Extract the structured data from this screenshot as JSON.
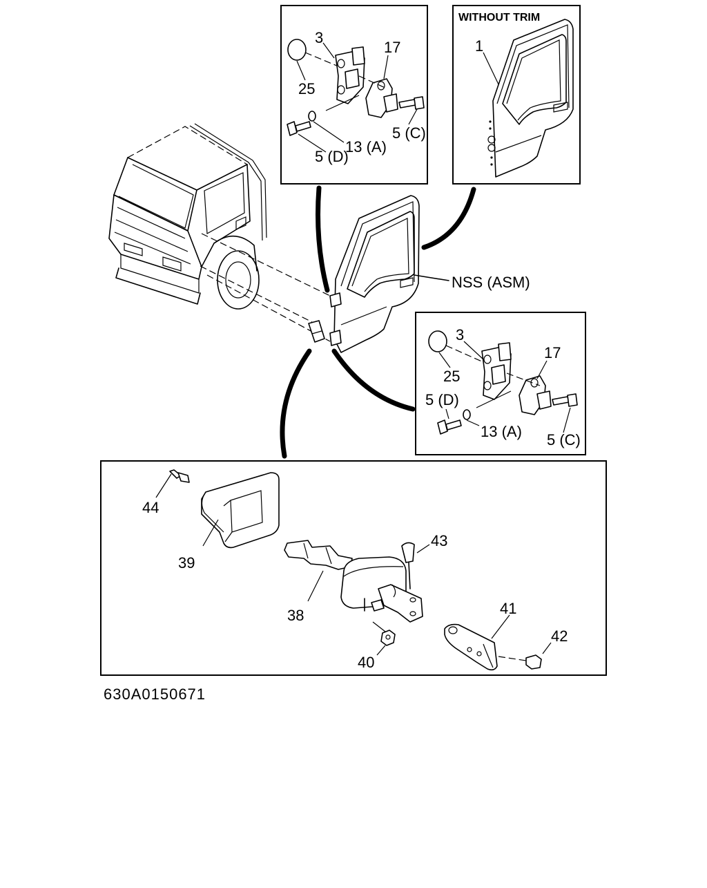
{
  "diagram_code": "630A0150671",
  "labels": {
    "upper_hinge": {
      "cap": "25",
      "hinge_plate": "3",
      "hinge_arm": "17",
      "bolt_c": "5 (C)",
      "bolt_d": "5 (D)",
      "washer": "13 (A)"
    },
    "door_panel": {
      "header": "WITHOUT TRIM",
      "door": "1"
    },
    "door_assembly": "NSS (ASM)",
    "lower_hinge": {
      "cap": "25",
      "hinge_plate": "3",
      "hinge_arm": "17",
      "bolt_c": "5 (C)",
      "bolt_d": "5 (D)",
      "washer": "13 (A)"
    },
    "check_link": {
      "screw_top": "44",
      "cover": "39",
      "stopper": "38",
      "pin": "43",
      "nut": "40",
      "bracket": "41",
      "bolt": "42"
    }
  }
}
